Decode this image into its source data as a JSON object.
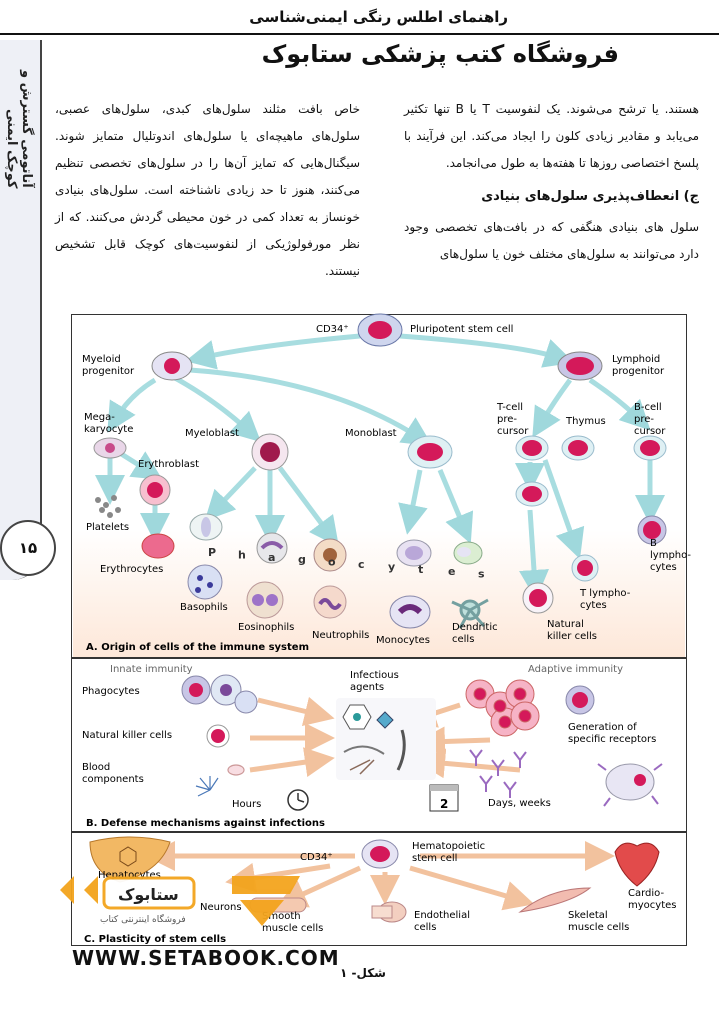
{
  "header": {
    "book_title": "راهنمای اطلس رنگی ایمنی‌شناسی",
    "shop_name": "فروشگاه کتب پزشکی ستابوک"
  },
  "side_tab": {
    "text": "آناتومی گسترش و کوچک ایمنی",
    "page_number": "۱۵"
  },
  "body": {
    "right_column": {
      "para1": "هستند. یا ترشح می‌شوند. یک لنفوسیت T یا B تنها تکثیر می‌یابد و مقادیر زیادی کلون را ایجاد می‌کند. این فرآیند با پلسخ اختصاصی روزها تا هفته‌ها به طول می‌انجامد.",
      "heading": "ج) انعطاف‌پذیری سلول‌های بنیادی",
      "para2": "سلول های بنیادی هنگفی که در بافت‌های تخصصی وجود دارد می‌توانند به سلول‌های مختلف خون یا سلول‌های"
    },
    "left_column": "خاص بافت مثلند سلول‌های کبدی، سلول‌های عصبی، سلول‌های ماهیچه‌ای یا سلول‌های اندوتلیال متمایز شوند. سیگنال‌هایی که تمایز آن‌ها را در سلول‌های تخصصی تنظیم می‌کنند، هنوز تا حد زیادی ناشناخته است. سلول‌های بنیادی خونساز به تعداد کمی در خون محیطی گردش می‌کنند. که از نظر مورفولوژیکی از لنفوسیت‌های کوچک قابل تشخیص نیستند."
  },
  "figure": {
    "panel_a": {
      "title": "A. Origin of cells of the immune system",
      "cd34": "CD34⁺",
      "stem": "Pluripotent stem cell",
      "myeloid": [
        "Myeloid",
        "progenitor"
      ],
      "lymphoid": [
        "Lymphoid",
        "progenitor"
      ],
      "megakaryocyte": [
        "Mega-",
        "karyocyte"
      ],
      "erythroblast": "Erythroblast",
      "platelets": "Platelets",
      "erythrocytes": "Erythrocytes",
      "myeloblast": "Myeloblast",
      "monoblast": "Monoblast",
      "tcell_precursor": [
        "T-cell",
        "pre-",
        "cursor"
      ],
      "thymus": "Thymus",
      "bcell_precursor": [
        "B-cell",
        "pre-",
        "cursor"
      ],
      "basophils": "Basophils",
      "eosinophils": "Eosinophils",
      "neutrophils": "Neutrophils",
      "monocytes": "Monocytes",
      "dendritic": [
        "Dendritic",
        "cells"
      ],
      "nk": [
        "Natural",
        "killer cells"
      ],
      "t_lympho": [
        "T lympho-",
        "cytes"
      ],
      "b_lympho": [
        "B",
        "lympho-",
        "cytes"
      ],
      "phagocytes_letters": [
        "P",
        "h",
        "a",
        "g",
        "o",
        "c",
        "y",
        "t",
        "e",
        "s"
      ]
    },
    "panel_b": {
      "title": "B. Defense mechanisms against infections",
      "innate": "Innate immunity",
      "adaptive": "Adaptive immunity",
      "infectious": [
        "Infectious",
        "agents"
      ],
      "phagocytes": "Phagocytes",
      "nk": "Natural killer cells",
      "blood": [
        "Blood",
        "components"
      ],
      "hours": "Hours",
      "generation": [
        "Generation of",
        "specific receptors"
      ],
      "days": "Days, weeks",
      "calendar_day": "2"
    },
    "panel_c": {
      "title": "C. Plasticity of stem cells",
      "cd34": "CD34⁺",
      "hsc": [
        "Hematopoietic",
        "stem cell"
      ],
      "hepatocytes": "Hepatocytes",
      "neurons": "Neurons",
      "smooth": [
        "Smooth",
        "muscle cells"
      ],
      "endothelial": [
        "Endothelial",
        "cells"
      ],
      "skeletal": [
        "Skeletal",
        "muscle cells"
      ],
      "cardio": [
        "Cardio-",
        "myocytes"
      ]
    },
    "caption": "شکل- ۱"
  },
  "watermark": {
    "url": "WWW.SETABOOK.COM",
    "logo_text": "ستابوک",
    "logo_sub": "فروشگاه اینترنتی کتاب"
  },
  "colors": {
    "arrow": "#a8dde0",
    "nucleus": "#d4195a",
    "cytoplasm": "#c8c6e6",
    "logo_orange": "#f3a41d"
  }
}
